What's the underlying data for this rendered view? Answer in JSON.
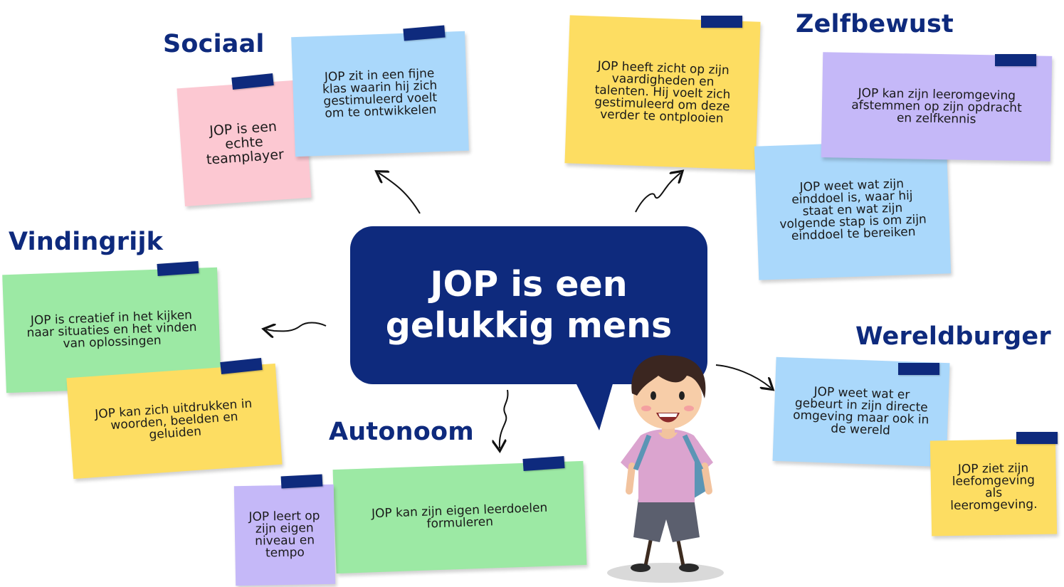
{
  "center": {
    "line1": "JOP is een",
    "line2": "gelukkig mens"
  },
  "headings": {
    "sociaal": "Sociaal",
    "zelfbewust": "Zelfbewust",
    "vindingrijk": "Vindingrijk",
    "wereldburger": "Wereldburger",
    "autonoom": "Autonoom"
  },
  "notes": {
    "teamplayer": "JOP is een echte teamplayer",
    "klas": "JOP zit in een fijne klas waarin hij zich gestimuleerd voelt om te ontwikkelen",
    "vaardigheden": "JOP heeft zicht op zijn vaardigheden en talenten. Hij voelt zich gestimuleerd om deze verder te ontplooien",
    "leeromgeving": "JOP kan zijn leeromgeving afstemmen op zijn opdracht en zelfkennis",
    "einddoel": "JOP weet wat zijn einddoel is, waar hij staat en wat zijn volgende stap is om zijn einddoel te bereiken",
    "creatief": "JOP is creatief in  het kijken naar situaties en het vinden van oplossingen",
    "uitdrukken": "JOP kan zich uitdrukken in woorden, beelden en geluiden",
    "wereld": "JOP weet wat er gebeurt in zijn directe omgeving maar ook in de wereld",
    "leefomgeving": "JOP ziet zijn leefomgeving als leeromgeving.",
    "tempo": "JOP leert op zijn eigen niveau en tempo",
    "leerdoelen": "JOP kan zijn eigen leerdoelen formuleren"
  },
  "colors": {
    "navy": "#0e2a7d",
    "pink": "#fcc8d2",
    "blue": "#aad8fb",
    "yellow": "#fddd62",
    "purple": "#c5b8f8",
    "green": "#9ce9a4"
  }
}
